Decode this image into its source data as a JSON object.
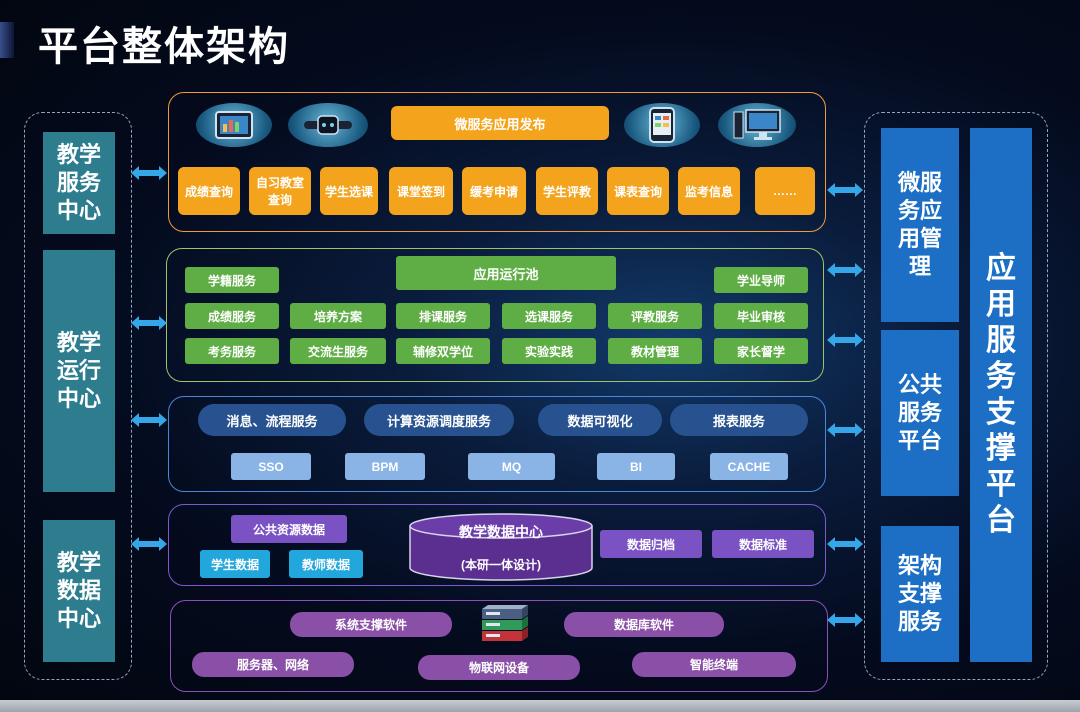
{
  "title": "平台整体架构",
  "left": {
    "teaching_service": "教学服务中心",
    "teaching_operation": "教学运行中心",
    "teaching_data": "教学数据中心"
  },
  "right": {
    "microservice_mgmt": "微服务应用管理",
    "public_service": "公共服务平台",
    "architecture_support": "架构支撑服务",
    "app_service_platform": "应用服务支撑平台"
  },
  "layer1": {
    "publish": "微服务应用发布",
    "apps": [
      "成绩查询",
      "自习教室查询",
      "学生选课",
      "课堂签到",
      "缓考申请",
      "学生评教",
      "课表查询",
      "监考信息",
      "……"
    ]
  },
  "layer2": {
    "pool": "应用运行池",
    "row1": [
      "学籍服务",
      "学业导师"
    ],
    "row2": [
      "成绩服务",
      "培养方案",
      "排课服务",
      "选课服务",
      "评教服务",
      "毕业审核"
    ],
    "row3": [
      "考务服务",
      "交流生服务",
      "辅修双学位",
      "实验实践",
      "教材管理",
      "家长督学"
    ]
  },
  "layer3": {
    "row1": [
      "消息、流程服务",
      "计算资源调度服务",
      "数据可视化",
      "报表服务"
    ],
    "row2": [
      "SSO",
      "BPM",
      "MQ",
      "BI",
      "CACHE"
    ]
  },
  "layer4": {
    "public_data": "公共资源数据",
    "student_data": "学生数据",
    "teacher_data": "教师数据",
    "data_center": "教学数据中心",
    "data_center_sub": "(本研一体设计)",
    "archive": "数据归档",
    "standard": "数据标准"
  },
  "layer5": {
    "sys_software": "系统支撑软件",
    "db_software": "数据库软件",
    "server_network": "服务器、网络",
    "iot": "物联网设备",
    "terminal": "智能终端"
  },
  "colors": {
    "orange": "#f4a41c",
    "green": "#5fae45",
    "navy": "#27528f",
    "light_blue": "#8ab3e6",
    "purple": "#7a52c3",
    "cyan": "#22a7dc",
    "magenta": "#8a4fa6",
    "teal": "#2d7d8e",
    "blue": "#1c6fc4"
  },
  "icons": [
    "tablet-icon",
    "smartband-icon",
    "phone-icon",
    "desktop-computer-icon",
    "server-rack-icon",
    "double-arrow-icon"
  ]
}
